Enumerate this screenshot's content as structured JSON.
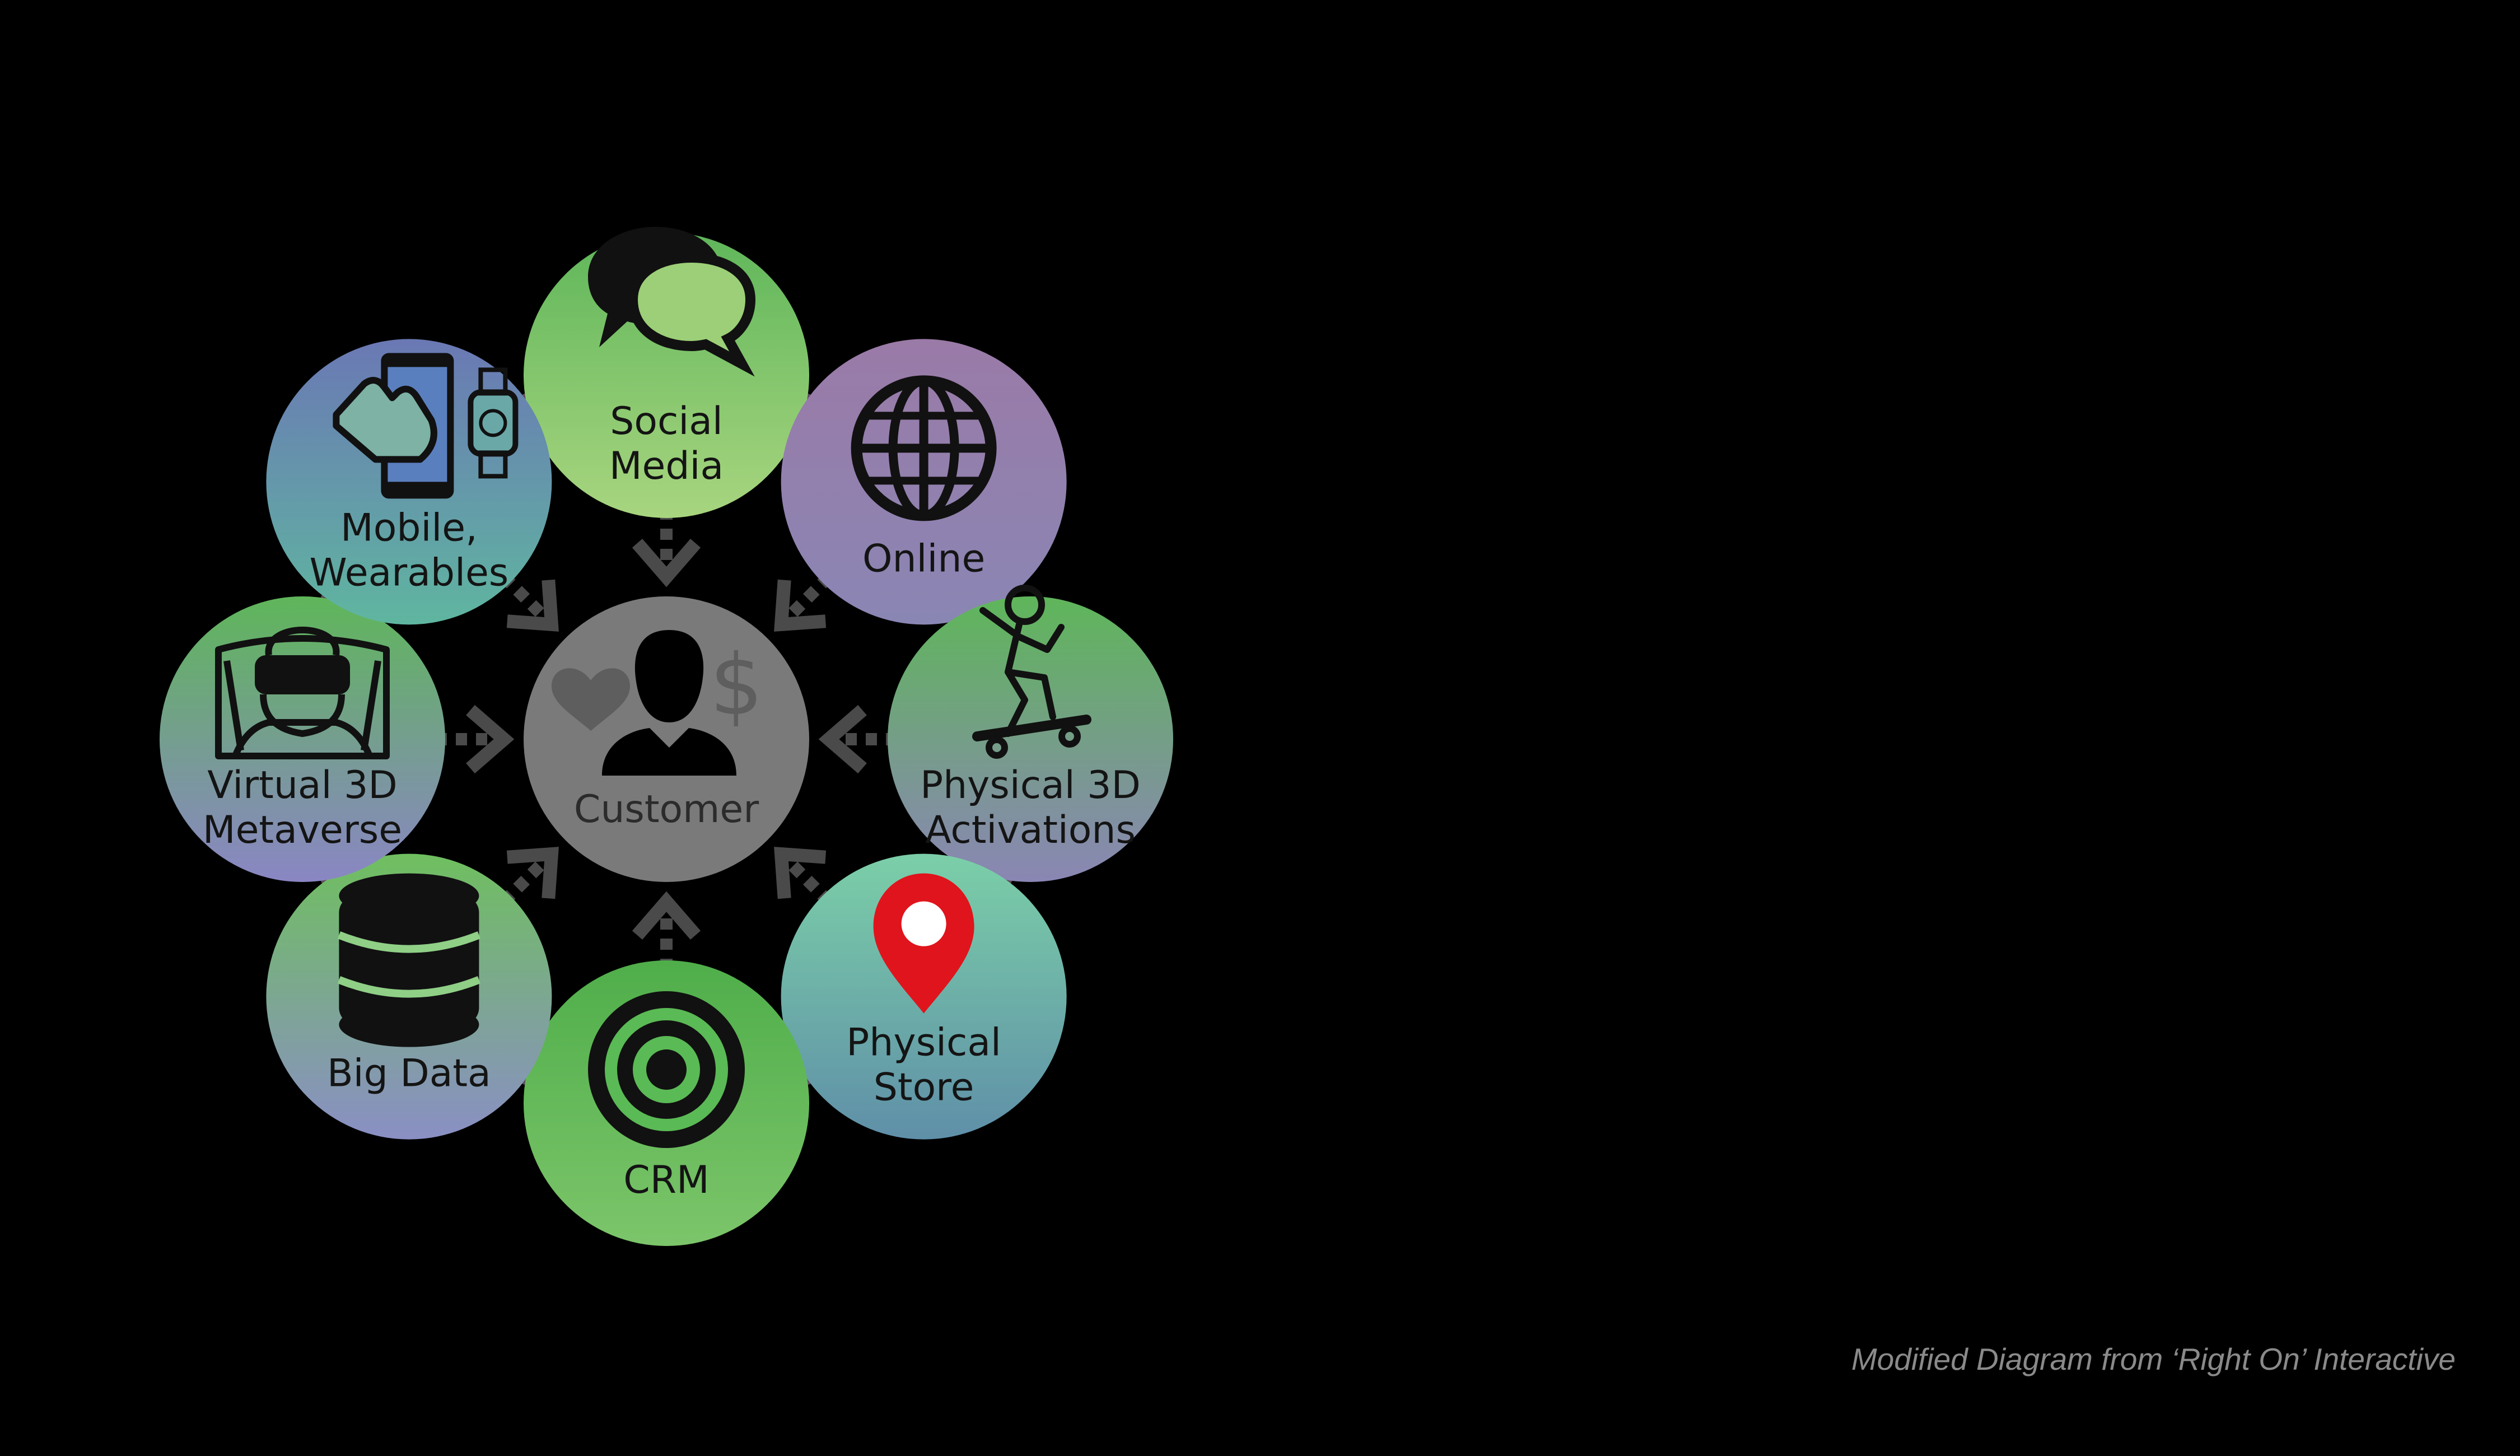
{
  "diagram": {
    "center": {
      "label": "Customer"
    },
    "nodes": [
      {
        "id": "social-media",
        "lines": [
          "Social",
          "Media"
        ],
        "icon": "speech-bubbles-icon",
        "gradient": [
          "#5fb65a",
          "#a8d57f"
        ]
      },
      {
        "id": "online",
        "lines": [
          "Online"
        ],
        "icon": "globe-icon",
        "gradient": [
          "#9a7aa7",
          "#8a86b4"
        ]
      },
      {
        "id": "physical-3d-activations",
        "lines": [
          "Physical 3D",
          "Activations"
        ],
        "icon": "skateboarder-icon",
        "gradient": [
          "#5fb65a",
          "#8a86b4"
        ]
      },
      {
        "id": "physical-store",
        "lines": [
          "Physical",
          "Store"
        ],
        "icon": "location-pin-icon",
        "gradient": [
          "#7bcfa8",
          "#5f8fa8"
        ]
      },
      {
        "id": "crm",
        "lines": [
          "CRM"
        ],
        "icon": "target-icon",
        "gradient": [
          "#4fae4a",
          "#7cc56a"
        ]
      },
      {
        "id": "big-data",
        "lines": [
          "Big Data"
        ],
        "icon": "database-icon",
        "gradient": [
          "#6fbf5f",
          "#8a8fc4"
        ]
      },
      {
        "id": "virtual-3d-metaverse",
        "lines": [
          "Virtual 3D",
          "Metaverse"
        ],
        "icon": "vr-headset-icon",
        "gradient": [
          "#5fb65a",
          "#8a86c4"
        ]
      },
      {
        "id": "mobile-wearables",
        "lines": [
          "Mobile,",
          "Wearables"
        ],
        "icon": "smartphone-watch-icon",
        "gradient": [
          "#6a78b4",
          "#5fb6a0"
        ]
      }
    ],
    "colors": {
      "background": "#000000",
      "center_fill": "#7a7a7a",
      "ring_arc": "#5e4a5a",
      "arrow": "#4a4a4a",
      "pin_red": "#e0141c"
    }
  },
  "credit": "Modified Diagram from ‘Right On’ Interactive"
}
